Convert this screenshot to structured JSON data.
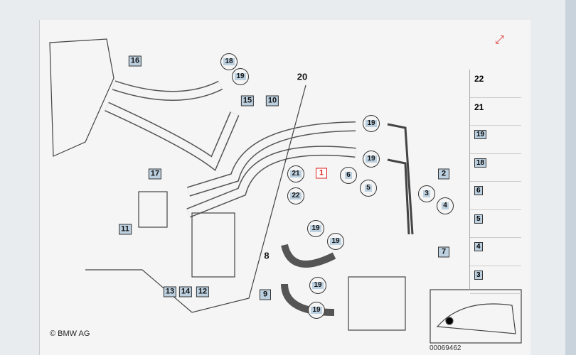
{
  "callouts": [
    "16",
    "18",
    "19",
    "15",
    "10",
    "20",
    "19",
    "19",
    "2",
    "17",
    "21",
    "1",
    "6",
    "5",
    "3",
    "4",
    "22",
    "11",
    "8",
    "19",
    "19",
    "7",
    "13",
    "14",
    "12",
    "9",
    "19",
    "19"
  ],
  "side_parts": [
    "22",
    "21",
    "19",
    "18",
    "6",
    "5",
    "4",
    "3"
  ],
  "copyright": "© BMW AG",
  "diagram_code": "00069462",
  "colors": {
    "highlight": "#d22222",
    "label_bg": "#bcd0e0"
  }
}
